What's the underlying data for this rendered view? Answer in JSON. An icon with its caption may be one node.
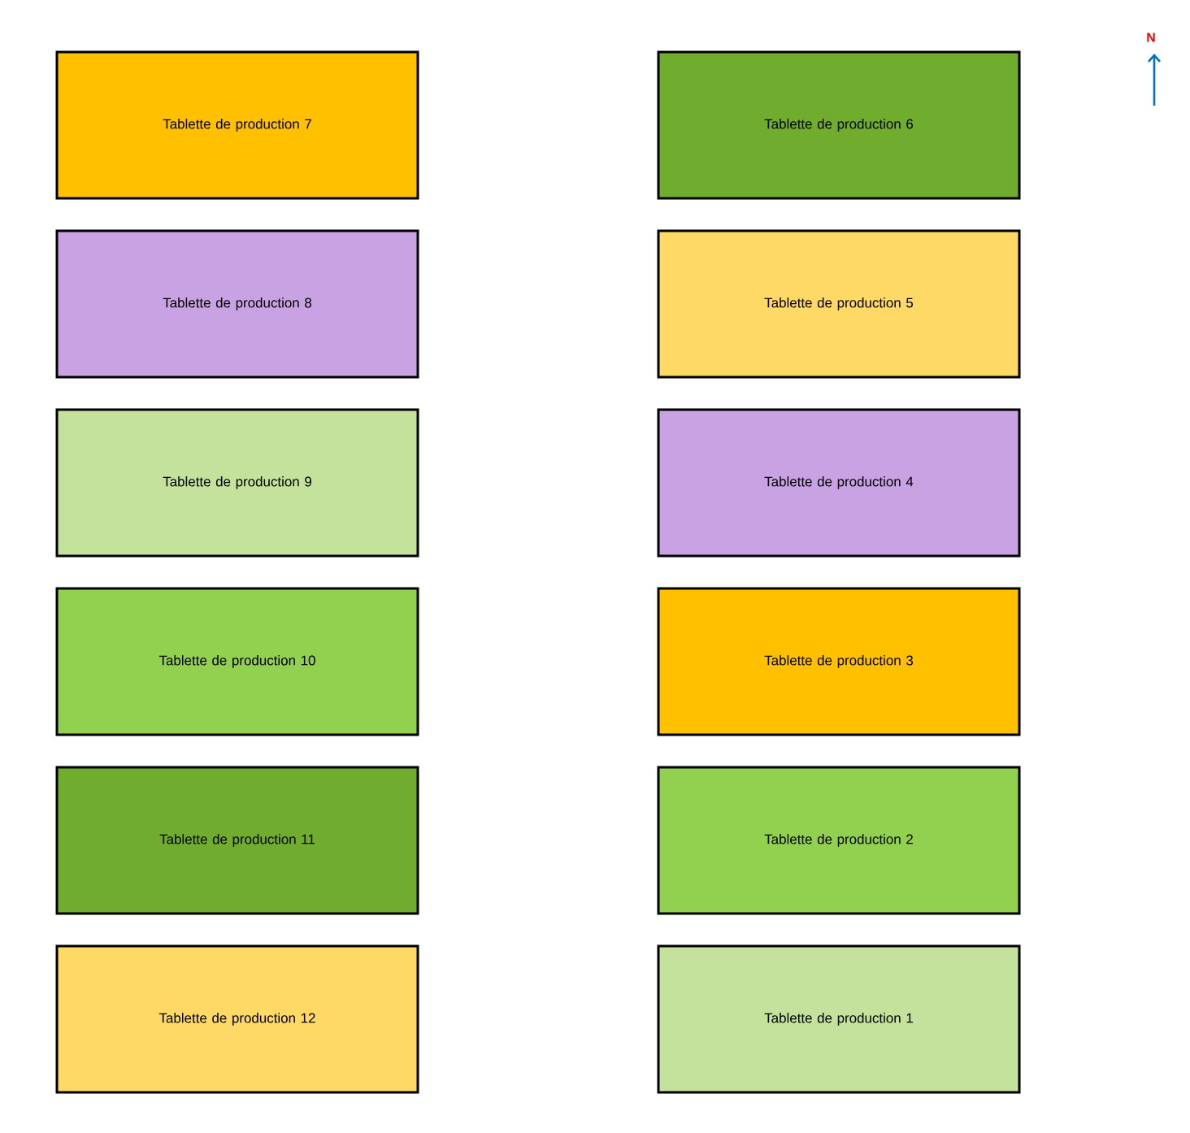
{
  "diagram": {
    "nodes": [
      {
        "text": [
          "Tablette de production 7"
        ]
      },
      {
        "text": [
          "Tablette de production 6"
        ]
      },
      {
        "text": [
          "Tablette de production 8"
        ]
      },
      {
        "text": [
          "Tablette de production 5"
        ]
      },
      {
        "text": [
          "Tablette de production 9"
        ]
      },
      {
        "text": [
          "Tablette de production 4"
        ]
      },
      {
        "text": [
          "Tablette de production 10"
        ]
      },
      {
        "text": [
          "Tablette de production 3"
        ]
      },
      {
        "text": [
          "Tablette de production 11"
        ]
      },
      {
        "text": [
          "Tablette de production 2"
        ]
      },
      {
        "text": [
          "Tablette de production 12"
        ]
      },
      {
        "text": [
          "Tablette de production 1"
        ]
      }
    ],
    "labels": [
      "N"
    ]
  }
}
